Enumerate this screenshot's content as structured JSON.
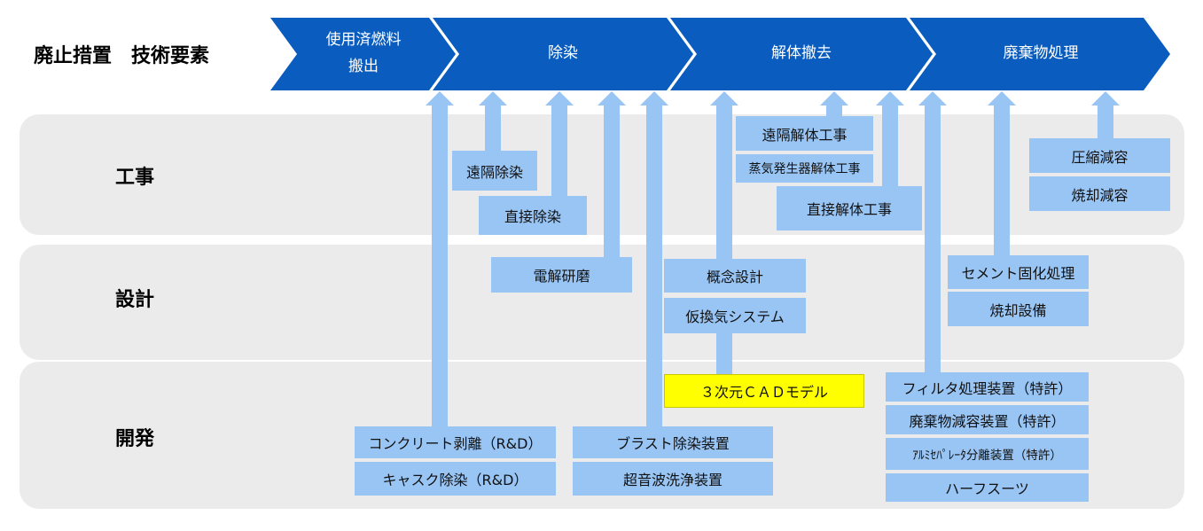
{
  "title": "廃止措置　技術要素",
  "phases": [
    {
      "line1": "使用済燃料",
      "line2": "搬出"
    },
    {
      "line1": "除染",
      "line2": ""
    },
    {
      "line1": "解体撤去",
      "line2": ""
    },
    {
      "line1": "廃棄物処理",
      "line2": ""
    }
  ],
  "rows": {
    "construction": "工事",
    "design": "設計",
    "development": "開発"
  },
  "boxes": {
    "remote_decon": "遠隔除染",
    "direct_decon": "直接除染",
    "electropolish": "電解研磨",
    "concrete_peel": "コンクリート剥離（R&D）",
    "cask_decon": "キャスク除染（R&D）",
    "blast_decon": "ブラスト除染装置",
    "ultrasonic": "超音波洗浄装置",
    "concept_design": "概念設計",
    "temp_vent": "仮換気システム",
    "cad_model": "３次元ＣＡＤモデル",
    "remote_dismantle": "遠隔解体工事",
    "sg_dismantle": "蒸気発生器解体工事",
    "direct_dismantle": "直接解体工事",
    "compression": "圧縮減容",
    "incineration": "焼却減容",
    "cement": "セメント固化処理",
    "incin_facility": "焼却設備",
    "filter": "フィルタ処理装置（特許）",
    "waste_volume": "廃棄物減容装置（特許）",
    "al_separator": "ｱﾙﾐｾﾊﾟﾚｰﾀ分離装置（特許）",
    "half_suit": "ハーフスーツ"
  },
  "colors": {
    "chevron": "#0a5cbe",
    "arrow": "#99c5f5",
    "band": "#ebebeb",
    "highlight": "#ffff00"
  }
}
